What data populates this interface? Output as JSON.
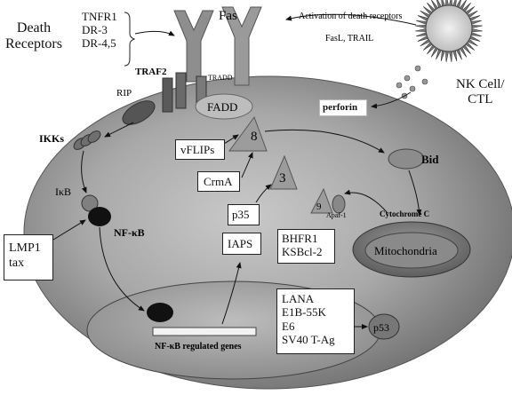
{
  "labels": {
    "death_receptors": "Death\nReceptors",
    "receptor_list": "TNFR1\nDR-3\nDR-4,5",
    "fas": "Fas",
    "activation": "Activation of death receptors",
    "ligands": "FasL, TRAIL",
    "nk_cell": "NK Cell/\nCTL",
    "perforin": "perforin",
    "traf2": "TRAF2",
    "tradd": "TRADD",
    "rip": "RIP",
    "fadd": "FADD",
    "ikks": "IKKs",
    "ikb": "IκB",
    "nfkb": "NF-κB",
    "bid": "Bid",
    "apaf1": "Apaf-1",
    "cytochrome_c": "Cytochrome C",
    "mitochondria": "Mitochondria",
    "nfkb_genes": "NF-κB regulated genes",
    "p53": "p53",
    "caspase8": "8",
    "caspase3": "3",
    "caspase9": "9"
  },
  "boxes": {
    "vflips": "vFLIPs",
    "crma": "CrmA",
    "p35": "p35",
    "iaps": "IAPS",
    "bhfr1": "BHFR1\nKSBcl-2",
    "lmp1": "LMP1\ntax",
    "lana": "LANA\nE1B-55K\nE6\nSV40 T-Ag"
  }
}
